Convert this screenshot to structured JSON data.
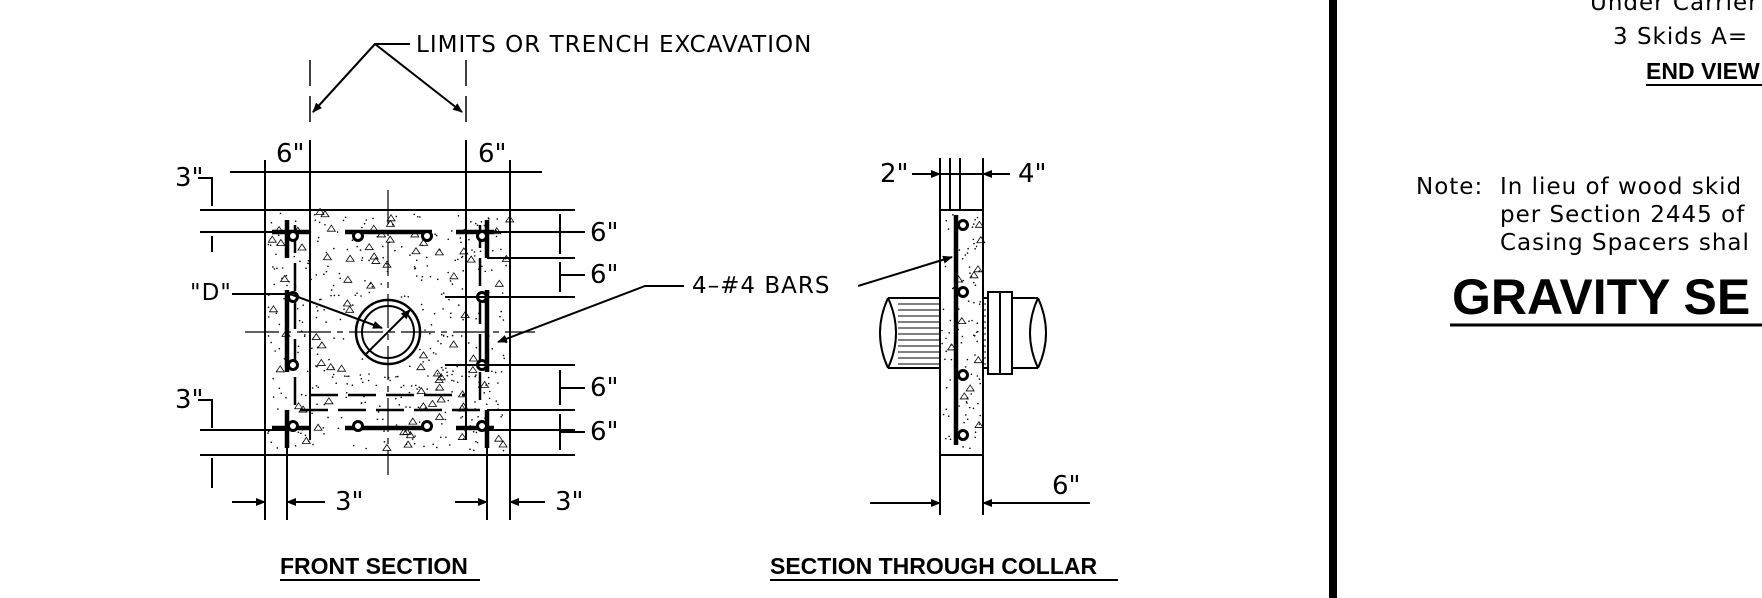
{
  "labels": {
    "limits": "LIMITS OR TRENCH EXCAVATION",
    "bars": "4–#4 BARS",
    "diameter": "\"D\"",
    "front_section": "FRONT SECTION",
    "section_collar": "SECTION THROUGH COLLAR"
  },
  "dimensions": {
    "six_in": "6\"",
    "three_in": "3\"",
    "two_in": "2\"",
    "four_in": "4\""
  },
  "right_panel": {
    "line1": "Under Carrier",
    "line2": "3 Skids A=",
    "end_view": "END VIEW",
    "note_label": "Note:",
    "note_line1": "In lieu of wood skid",
    "note_line2": "per Section 2445 of",
    "note_line3": "Casing Spacers shal",
    "big_title": "GRAVITY SE"
  },
  "colors": {
    "ink": "#000000",
    "paper": "#ffffff"
  }
}
